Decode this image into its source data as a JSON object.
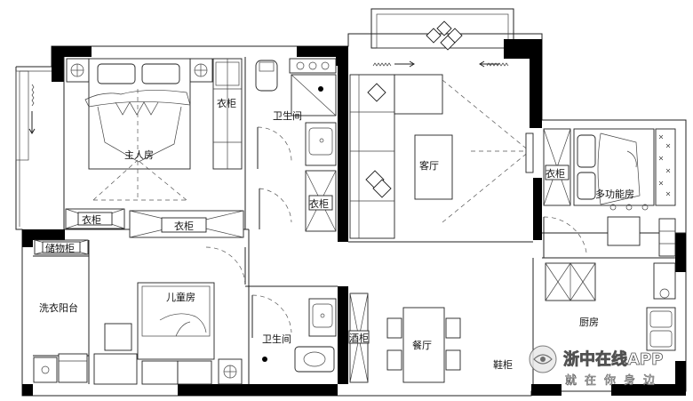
{
  "rooms": {
    "master_bedroom": "主人房",
    "wardrobe_master_right": "衣柜",
    "wardrobe_master_bottom": "衣柜",
    "wardrobe_hall": "衣柜",
    "bathroom_top": "卫生间",
    "wardrobe_bath": "衣柜",
    "living_room": "客厅",
    "wardrobe_multi": "衣柜",
    "multi_function_room": "多功能房",
    "storage_cabinet": "储物柜",
    "laundry_balcony": "洗衣阳台",
    "children_room": "儿童房",
    "bathroom_bottom": "卫生间",
    "wine_cabinet": "酒柜",
    "dining_room": "餐厅",
    "shoe_cabinet": "鞋柜",
    "kitchen": "厨房"
  },
  "watermark": {
    "title": "浙中在线APP",
    "tagline": "就在你身边"
  }
}
